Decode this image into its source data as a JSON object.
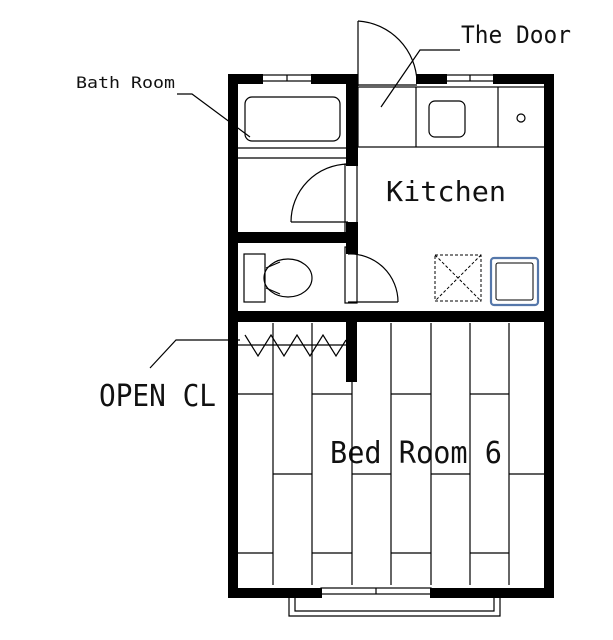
{
  "floorplan": {
    "labels": {
      "door": "The Door",
      "bath": "Bath Room",
      "kitchen": "Kitchen",
      "closet": "OPEN CL",
      "bedroom": "Bed Room 6"
    },
    "colors": {
      "wall": "#000000",
      "line": "#000000",
      "sink": "#5577aa",
      "background": "#ffffff"
    }
  }
}
